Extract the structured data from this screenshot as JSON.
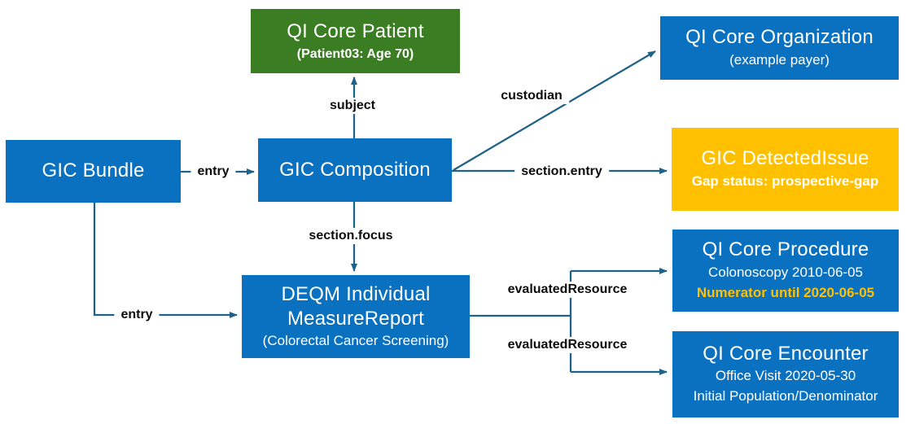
{
  "diagram": {
    "nodes": {
      "bundle": {
        "title": "GIC Bundle"
      },
      "patient": {
        "title": "QI Core Patient",
        "subtitle": "(Patient03: Age 70)"
      },
      "composition": {
        "title": "GIC Composition"
      },
      "organization": {
        "title": "QI Core Organization",
        "subtitle": "(example payer)"
      },
      "detected_issue": {
        "title": "GIC DetectedIssue",
        "subtitle": "Gap status: prospective-gap"
      },
      "measure_report": {
        "title": "DEQM Individual MeasureReport",
        "subtitle": "(Colorectal Cancer Screening)"
      },
      "procedure": {
        "title": "QI Core Procedure",
        "line2": "Colonoscopy 2010-06-05",
        "line3": "Numerator until 2020-06-05"
      },
      "encounter": {
        "title": "QI Core Encounter",
        "line2": "Office Visit 2020-05-30",
        "line3": "Initial Population/Denominator"
      }
    },
    "edges": {
      "entry_top": "entry",
      "subject": "subject",
      "custodian": "custodian",
      "section_entry": "section.entry",
      "section_focus": "section.focus",
      "entry_bottom": "entry",
      "evaluated_resource_1": "evaluatedResource",
      "evaluated_resource_2": "evaluatedResource"
    },
    "colors": {
      "node_blue": "#0A70C0",
      "node_green": "#3B7D23",
      "node_gold": "#FFC000",
      "arrow": "#1F6287",
      "highlight_text": "#FFC000"
    }
  }
}
